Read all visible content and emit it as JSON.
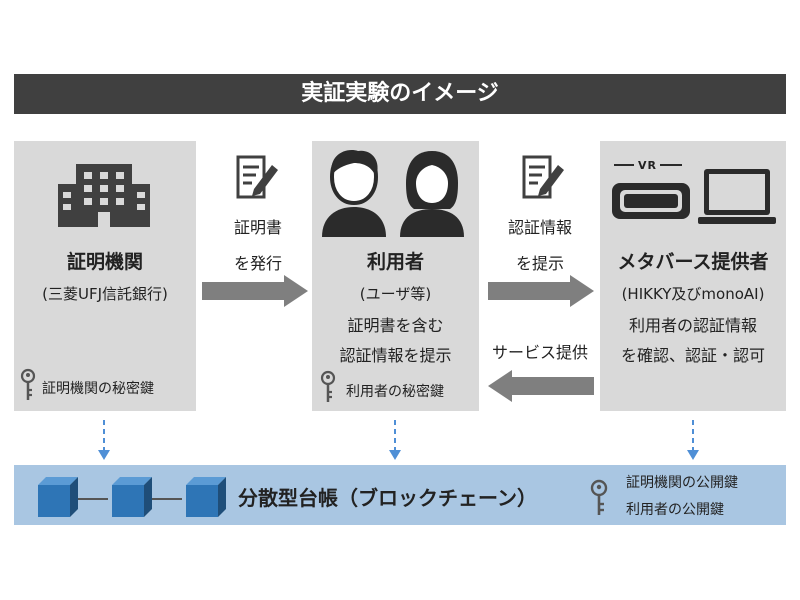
{
  "title": "実証実験のイメージ",
  "issuer": {
    "name": "証明機関",
    "sub": "(三菱UFJ信託銀行)",
    "key": "証明機関の秘密鍵"
  },
  "user": {
    "name": "利用者",
    "sub": "(ユーザ等)",
    "desc_line1": "証明書を含む",
    "desc_line2": "認証情報を提示",
    "key": "利用者の秘密鍵"
  },
  "provider": {
    "name": "メタバース提供者",
    "sub": "(HIKKY及びmonoAI)",
    "desc_line1": "利用者の認証情報",
    "desc_line2": "を確認、認証・認可",
    "vr_label": "VR"
  },
  "arrow_issue": {
    "line1": "証明書",
    "line2": "を発行"
  },
  "arrow_present": {
    "line1": "認証情報",
    "line2": "を提示"
  },
  "arrow_service": {
    "label": "サービス提供"
  },
  "blockchain": {
    "title": "分散型台帳（ブロックチェーン）",
    "pub_key1": "証明機関の公開鍵",
    "pub_key2": "利用者の公開鍵"
  },
  "colors": {
    "title_bar": "#404040",
    "panel": "#d9d9d9",
    "arrow": "#7f7f7f",
    "blockchain_bar": "#a9c6e2",
    "block": "#2e75b6",
    "dashed_arrow": "#4f8fd6"
  }
}
